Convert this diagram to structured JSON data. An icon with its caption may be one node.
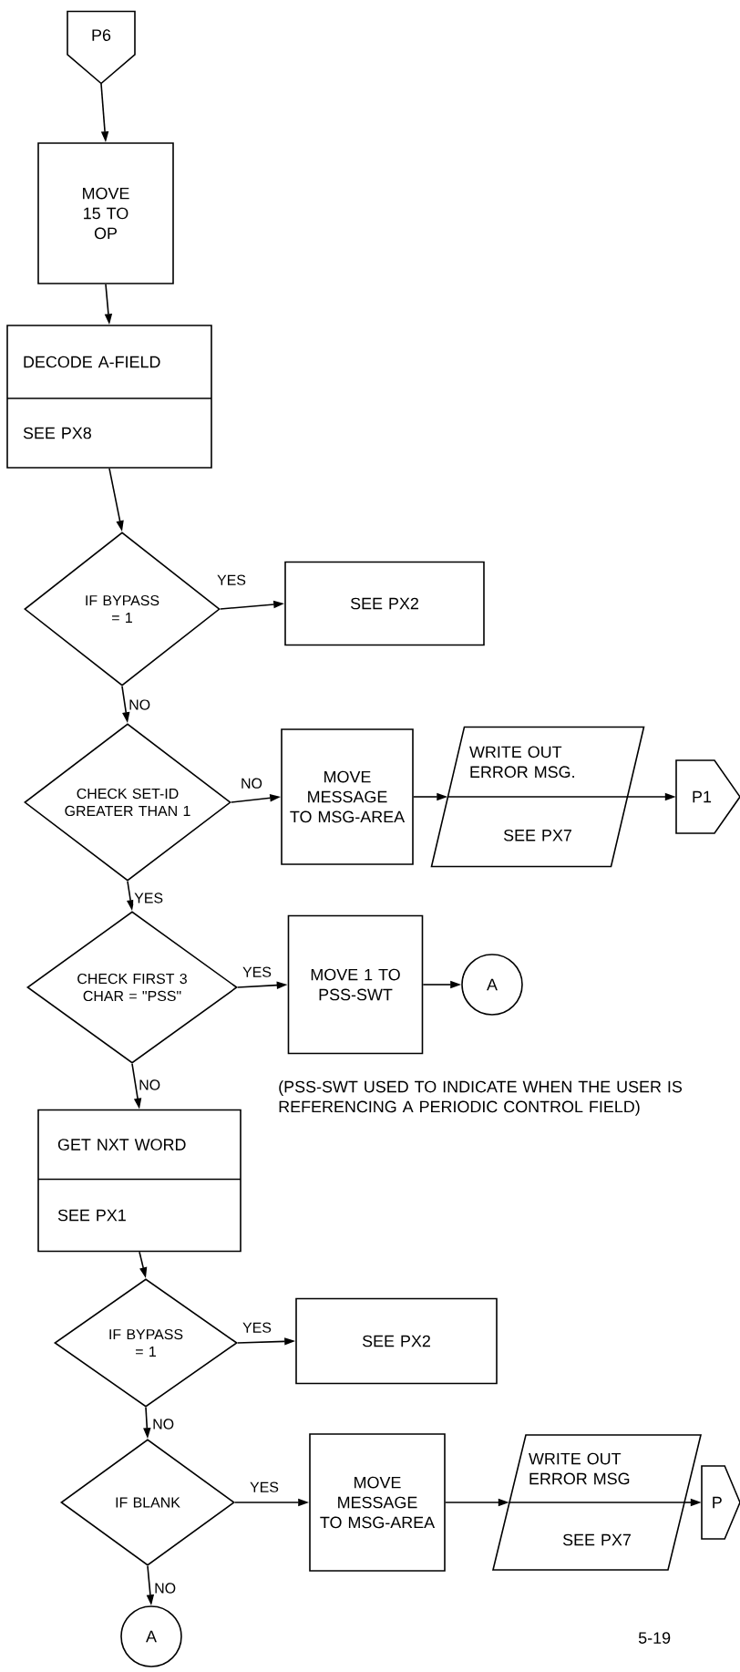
{
  "diagram": {
    "nodes": [
      {
        "text": [
          "P6"
        ]
      },
      {
        "text": [
          "MOVE 15 TO OP"
        ]
      },
      {
        "text": [
          "DECODE A-FIELD",
          "SEE PX8"
        ]
      },
      {
        "text": [
          "IF BYPASS = 1"
        ]
      },
      {
        "text": [
          "SEE PX2"
        ]
      },
      {
        "text": [
          "CHECK SET-ID GREATER THAN 1"
        ]
      },
      {
        "text": [
          "MOVE MESSAGE TO MSG-AREA"
        ]
      },
      {
        "text": [
          "WRITE OUT ERROR MSG.",
          "SEE PX7"
        ]
      },
      {
        "text": [
          "P1"
        ]
      },
      {
        "text": [
          "CHECK FIRST 3 CHAR = \"PSS\""
        ]
      },
      {
        "text": [
          "MOVE 1 TO PSS-SWT"
        ]
      },
      {
        "text": [
          "A"
        ]
      },
      {
        "text": [
          "GET NXT WORD",
          "SEE PX1"
        ]
      },
      {
        "text": [
          "IF BYPASS = 1"
        ]
      },
      {
        "text": [
          "SEE PX2"
        ]
      },
      {
        "text": [
          "IF BLANK"
        ]
      },
      {
        "text": [
          "MOVE MESSAGE TO MSG-AREA"
        ]
      },
      {
        "text": [
          "WRITE OUT ERROR MSG",
          "SEE PX7"
        ]
      },
      {
        "text": [
          "P"
        ]
      },
      {
        "text": [
          "A"
        ]
      }
    ],
    "edges": [
      {
        "from": 0,
        "to": 1,
        "arrow": "to"
      },
      {
        "from": 1,
        "to": 2,
        "arrow": "to"
      },
      {
        "from": 2,
        "to": 3,
        "arrow": "to"
      },
      {
        "from": 3,
        "to": 4,
        "arrow": "to",
        "label": "YES"
      },
      {
        "from": 3,
        "to": 5,
        "arrow": "to",
        "label": "NO"
      },
      {
        "from": 5,
        "to": 6,
        "arrow": "to",
        "label": "NO"
      },
      {
        "from": 6,
        "to": 7,
        "arrow": "to"
      },
      {
        "from": 7,
        "to": 8,
        "arrow": "to"
      },
      {
        "from": 5,
        "to": 9,
        "arrow": "to",
        "label": "YES"
      },
      {
        "from": 9,
        "to": 10,
        "arrow": "to",
        "label": "YES"
      },
      {
        "from": 10,
        "to": 11,
        "arrow": "to"
      },
      {
        "from": 9,
        "to": 12,
        "arrow": "to",
        "label": "NO"
      },
      {
        "from": 12,
        "to": 13,
        "arrow": "to"
      },
      {
        "from": 13,
        "to": 14,
        "arrow": "to",
        "label": "YES"
      },
      {
        "from": 13,
        "to": 15,
        "arrow": "to",
        "label": "NO"
      },
      {
        "from": 15,
        "to": 16,
        "arrow": "to",
        "label": "YES"
      },
      {
        "from": 16,
        "to": 17,
        "arrow": "to"
      },
      {
        "from": 17,
        "to": 18,
        "arrow": "to"
      },
      {
        "from": 15,
        "to": 19,
        "arrow": "to",
        "label": "NO"
      }
    ],
    "labels": [
      "(PSS-SWT USED TO INDICATE WHEN THE USER IS REFERENCING A PERIODIC CONTROL FIELD)",
      "5-19"
    ]
  }
}
